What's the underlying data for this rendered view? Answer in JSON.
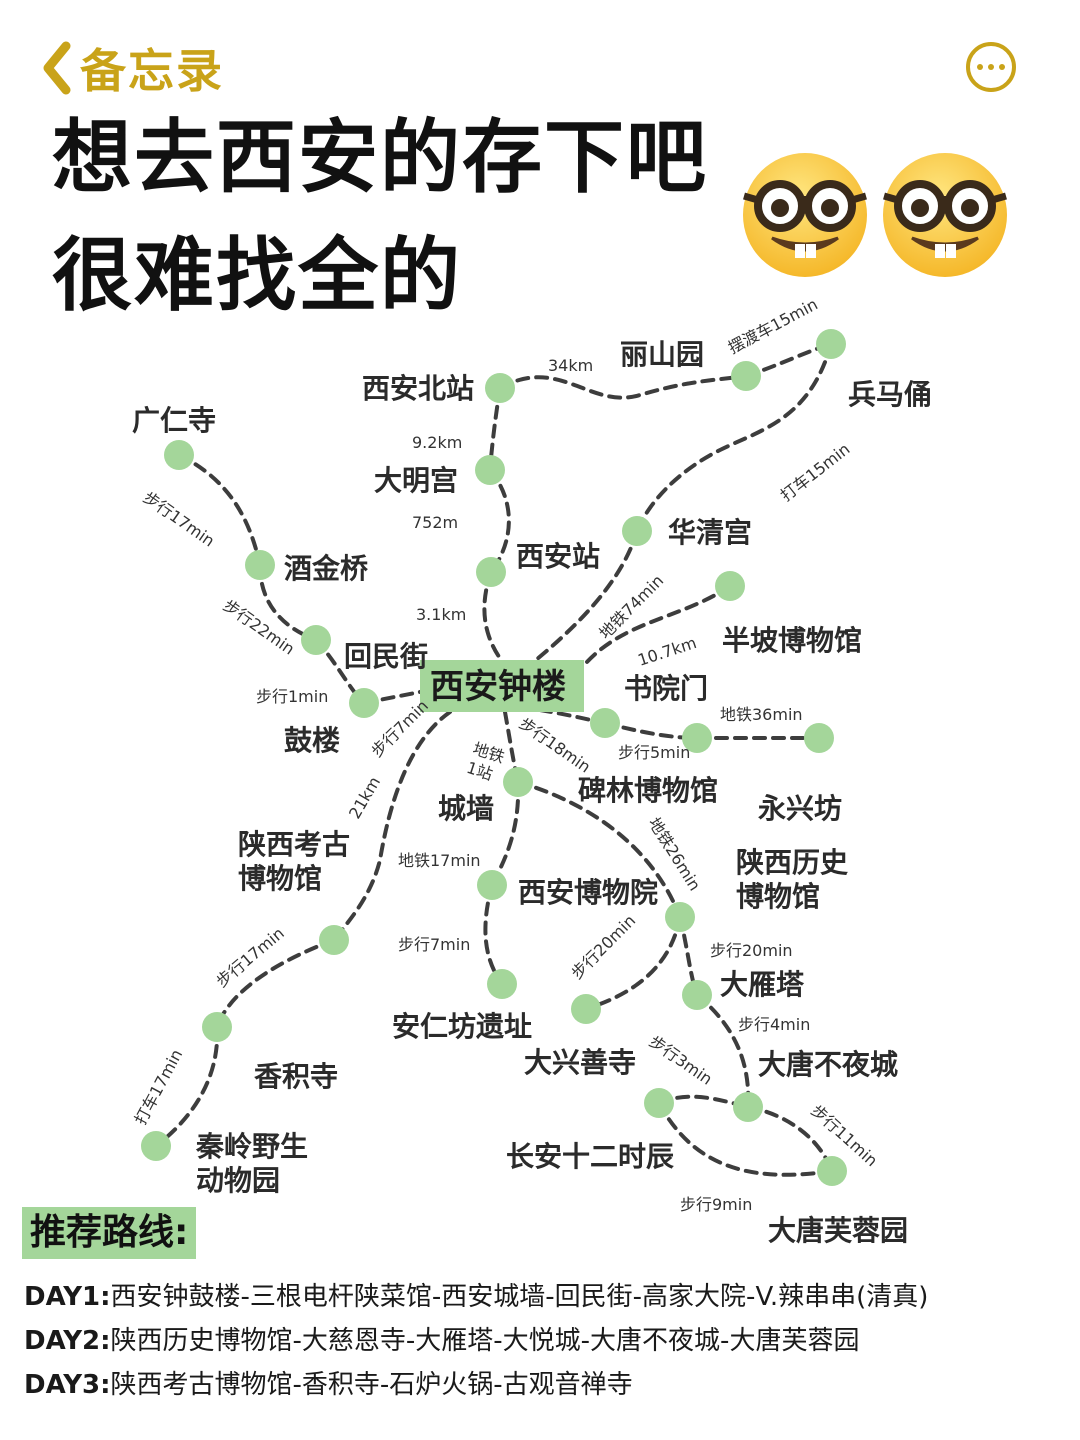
{
  "nav": {
    "back_label": "备忘录",
    "back_icon": "chevron-left-icon",
    "more_icon": "more-icon",
    "accent_color": "#c9a319"
  },
  "headline": {
    "line1": "想去西安的存下吧",
    "line2": "很难找全的"
  },
  "emojis": [
    "nerd-face-icon",
    "nerd-face-icon"
  ],
  "map": {
    "center": "西安钟楼",
    "node_color": "#a4d69a",
    "stations": {
      "xian_north": "西安北站",
      "lishan": "丽山园",
      "bingmayong": "兵马俑",
      "guangren": "广仁寺",
      "daminggong": "大明宫",
      "huaqing": "华清宫",
      "jiujinqiao": "酒金桥",
      "xian_station": "西安站",
      "banpo": "半坡博物馆",
      "huiminjie": "回民街",
      "shuyuanmen": "书院门",
      "gulou": "鼓楼",
      "yongxingfang": "永兴坊",
      "beilin": "碑林博物馆",
      "chengqiang": "城墙",
      "shaanxi_kaogu": "陕西考古\n博物馆",
      "shaanxi_lishi": "陕西历史\n博物馆",
      "xian_museum": "西安博物院",
      "dayanta": "大雁塔",
      "anrenfang": "安仁坊遗址",
      "xiangji": "香积寺",
      "daxingshan": "大兴善寺",
      "datang_buyecheng": "大唐不夜城",
      "qinling": "秦岭野生\n动物园",
      "changan12": "长安十二时辰",
      "furongyuan": "大唐芙蓉园"
    },
    "edges": {
      "e_34km": "34km",
      "e_bus15": "摆渡车15min",
      "e_9_2km": "9.2km",
      "e_752m": "752m",
      "e_taxi15": "打车15min",
      "e_walk17_a": "步行17min",
      "e_3_1km": "3.1km",
      "e_metro74": "地铁74min",
      "e_walk22": "步行22min",
      "e_10_7km": "10.7km",
      "e_walk1": "步行1min",
      "e_metro36": "地铁36min",
      "e_walk7_a": "步行7min",
      "e_walk18": "步行18min",
      "e_metro1stop": "地铁\n1站",
      "e_walk5": "步行5min",
      "e_21km": "21km",
      "e_metro26": "地铁26min",
      "e_metro17": "地铁17min",
      "e_walk17_b": "步行17min",
      "e_walk20_a": "步行20min",
      "e_walk20_b": "步行20min",
      "e_walk7_b": "步行7min",
      "e_walk4": "步行4min",
      "e_walk3": "步行3min",
      "e_taxi17": "打车17min",
      "e_walk11": "步行11min",
      "e_walk9": "步行9min"
    }
  },
  "recommend": {
    "title": "推荐路线:",
    "highlight_color": "#a4d69a",
    "days": [
      {
        "label": "DAY1:",
        "route": "西安钟鼓楼-三根电杆陕菜馆-西安城墙-回民街-高家大院-V.辣串串(清真)"
      },
      {
        "label": "DAY2:",
        "route": "陕西历史博物馆-大慈恩寺-大雁塔-大悦城-大唐不夜城-大唐芙蓉园"
      },
      {
        "label": "DAY3:",
        "route": "陕西考古博物馆-香积寺-石炉火锅-古观音禅寺"
      }
    ]
  }
}
